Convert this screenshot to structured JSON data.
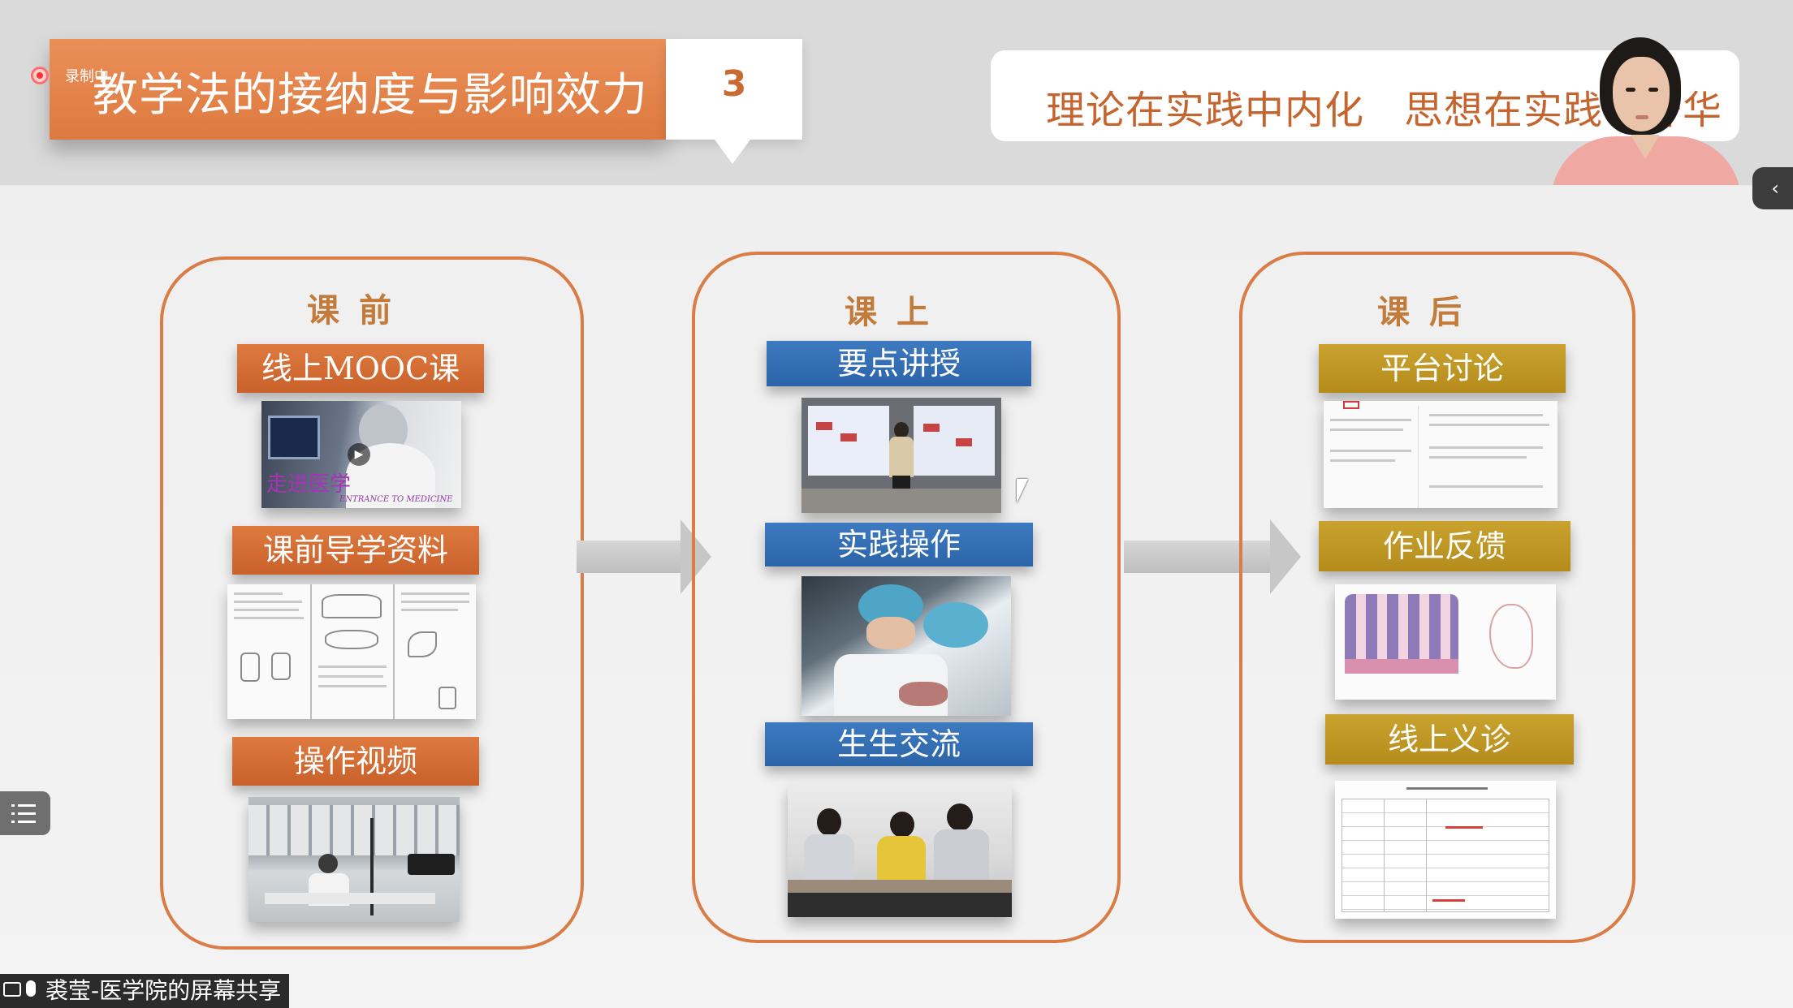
{
  "slide": {
    "title": "教学法的接纳度与影响效力",
    "number": "3",
    "motto": "理论在实践中内化　思想在实践中升华",
    "recording_label": "录制中"
  },
  "columns": [
    {
      "heading": "课前",
      "items": [
        {
          "label": "线上MOOC课",
          "thumb_caption": "走进医学",
          "thumb_subcaption": "ENTRANCE TO MEDICINE"
        },
        {
          "label": "课前导学资料"
        },
        {
          "label": "操作视频"
        }
      ]
    },
    {
      "heading": "课上",
      "items": [
        {
          "label": "要点讲授"
        },
        {
          "label": "实践操作"
        },
        {
          "label": "生生交流"
        }
      ]
    },
    {
      "heading": "课后",
      "items": [
        {
          "label": "平台讨论"
        },
        {
          "label": "作业反馈"
        },
        {
          "label": "线上义诊"
        }
      ]
    }
  ],
  "share_bar": {
    "text": "裘莹-医学院的屏幕共享"
  },
  "colors": {
    "accent_orange": "#dc7a40",
    "label_blue": "#3d7ac0",
    "label_gold": "#c9a22e",
    "motto_text": "#c4652f"
  }
}
